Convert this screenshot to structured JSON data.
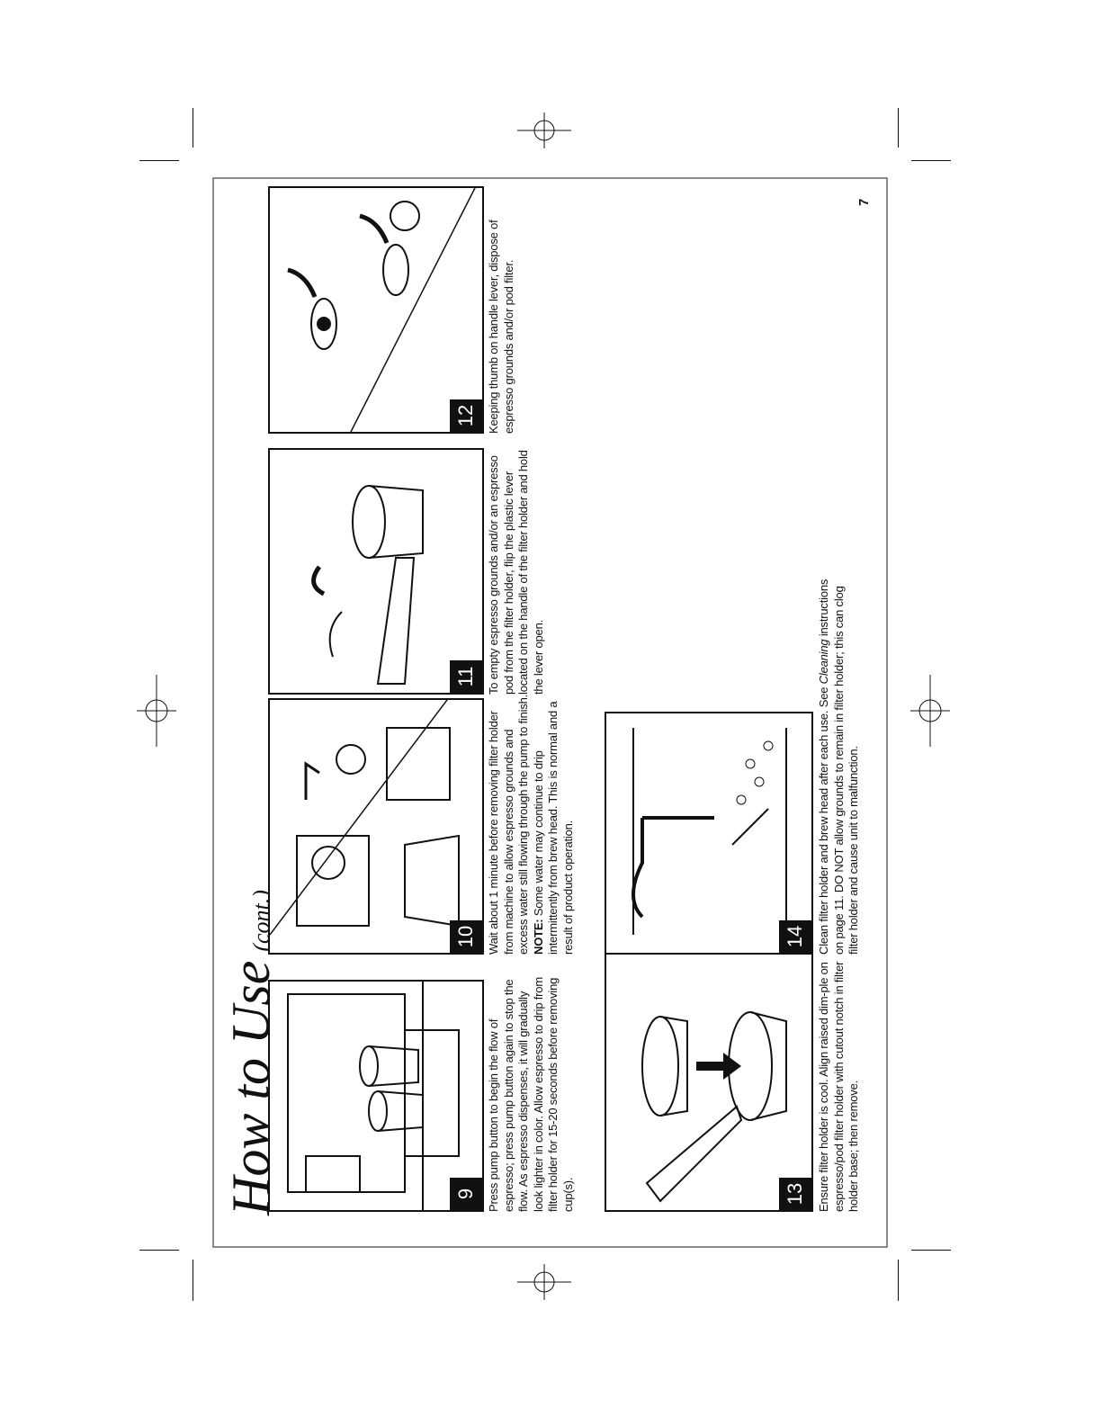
{
  "page": {
    "title": "How to Use",
    "title_suffix": "(cont.)",
    "page_number": "7"
  },
  "steps": [
    {
      "number": "9",
      "text": "Press pump button to begin the flow of espresso; press pump button again to stop the flow. As espresso dispenses, it will gradually look lighter in color. Allow espresso to drip from filter holder for 15-20 seconds before removing cup(s)."
    },
    {
      "number": "10",
      "text_before": "Wait about 1 minute before removing filter holder from machine to allow espresso grounds and excess water still flowing through the pump to finish.",
      "note_label": "NOTE:",
      "text_after": "Some water may continue to drip intermittently from brew head. This is normal and a result of product operation."
    },
    {
      "number": "11",
      "text": "To empty espresso grounds and/or an espresso pod from the filter holder, flip the plastic lever located on the handle of the filter holder and hold the lever open."
    },
    {
      "number": "12",
      "text": "Keeping thumb on handle lever, dispose of espresso grounds and/or pod filter."
    },
    {
      "number": "13",
      "text": "Ensure filter holder is cool. Align raised dim-ple on espresso/pod filter holder with cutout notch in filter holder base; then remove."
    },
    {
      "number": "14",
      "text_before": "Clean filter holder and brew head after each use. See",
      "italic": "Cleaning",
      "text_after": "instructions on page 11. DO NOT allow grounds to remain in filter holder; this can clog filter holder and cause unit to malfunction."
    }
  ]
}
